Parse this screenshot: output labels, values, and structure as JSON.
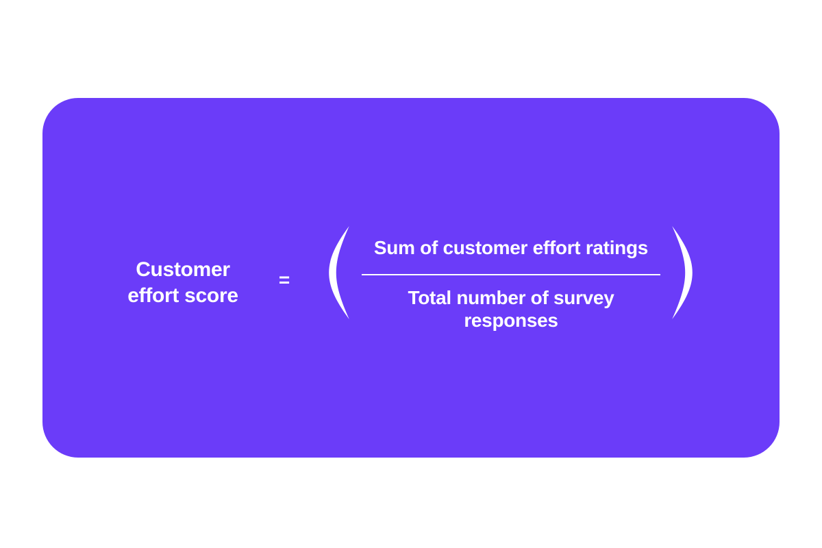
{
  "page": {
    "background": "#FFFFFF"
  },
  "card": {
    "background": "#6B3CF9",
    "text_color": "#FFFFFF"
  },
  "formula": {
    "label_lines": [
      "Customer",
      "effort score"
    ],
    "equals_sign": "=",
    "numerator": "Sum of customer effort ratings",
    "denominator_lines": [
      "Total number of survey",
      "responses"
    ]
  }
}
